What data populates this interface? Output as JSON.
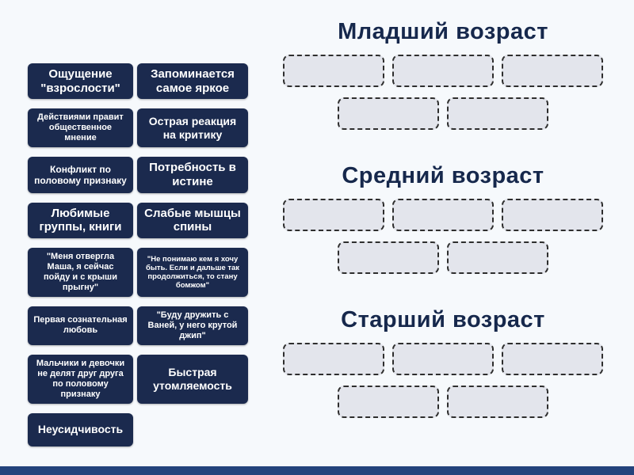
{
  "page": {
    "background_color": "#f6f9fc",
    "tile_color": "#1b2a4e",
    "tile_text_color": "#ffffff",
    "slot_fill_color": "#e3e5ec",
    "slot_border_color": "#2e2e2e",
    "title_color": "#16284c",
    "footer_bar_color": "#24437c"
  },
  "tiles": [
    {
      "label": "Ощущение \"взрослости\""
    },
    {
      "label": "Запоминается самое яркое"
    },
    {
      "label": "Действиями правит общественное мнение"
    },
    {
      "label": "Острая реакция на критику"
    },
    {
      "label": "Конфликт по половому признаку"
    },
    {
      "label": "Потребность в истине"
    },
    {
      "label": "Любимые группы, книги"
    },
    {
      "label": "Слабые мышцы спины"
    },
    {
      "label": "\"Меня отвергла Маша, я сейчас пойду и с крыши прыгну\""
    },
    {
      "label": "\"Не понимаю кем я хочу быть. Если и дальше так продолжиться, то стану бомжом\""
    },
    {
      "label": "Первая сознательная любовь"
    },
    {
      "label": "\"Буду дружить с Ваней, у него крутой джип\""
    },
    {
      "label": "Мальчики и девочки не делят друг друга по половому признаку"
    },
    {
      "label": "Быстрая утомляемость"
    },
    {
      "label": "Неусидчивость"
    }
  ],
  "categories": [
    {
      "title": "Младший возраст",
      "slot_count": 5
    },
    {
      "title": "Средний возраст",
      "slot_count": 5
    },
    {
      "title": "Старший возраст",
      "slot_count": 5
    }
  ]
}
